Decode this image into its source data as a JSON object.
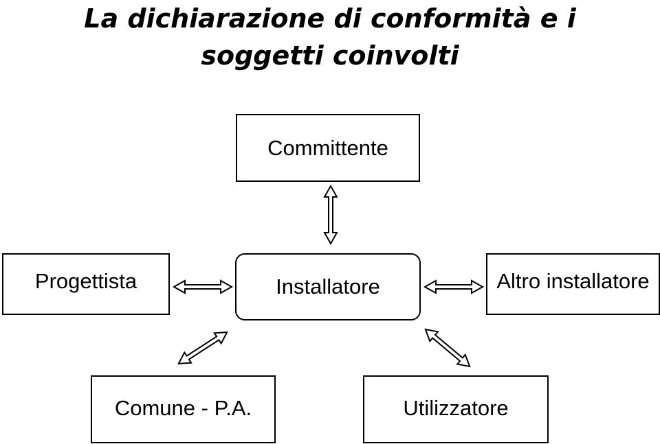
{
  "title": {
    "line1": "La dichiarazione di conformità e i",
    "line2": "soggetti coinvolti"
  },
  "nodes": {
    "committente": "Committente",
    "progettista": "Progettista",
    "installatore": "Installatore",
    "altro_installatore": "Altro installatore",
    "comune": "Comune - P.A.",
    "utilizzatore": "Utilizzatore"
  }
}
